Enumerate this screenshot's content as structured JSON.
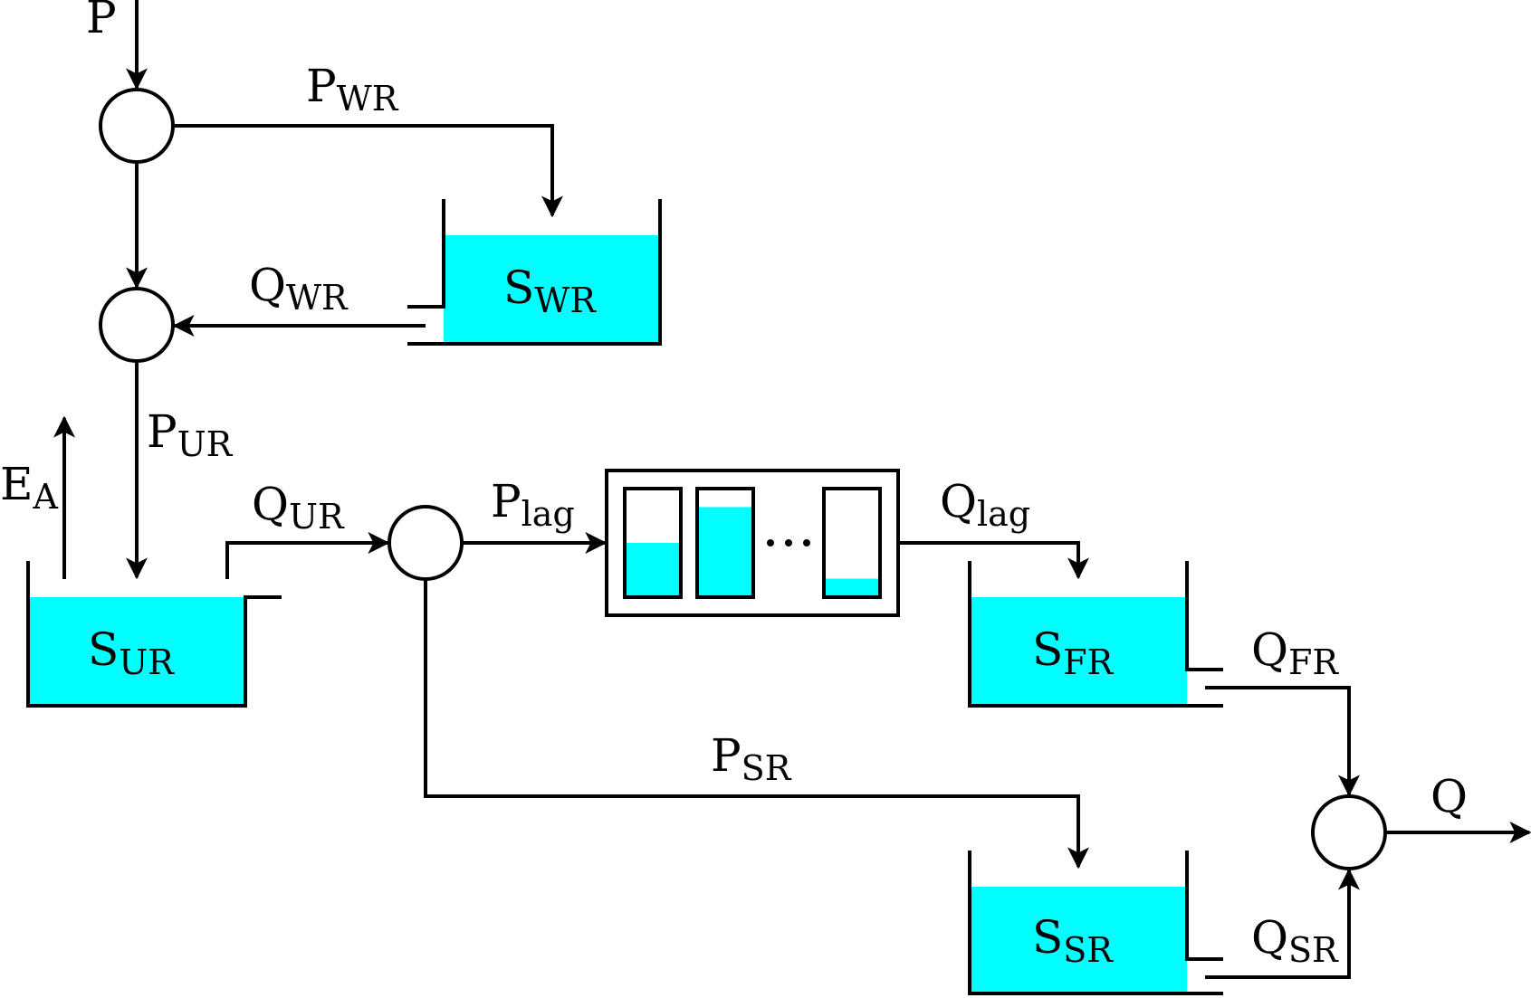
{
  "diagram": {
    "colors": {
      "water": "#00ffff",
      "stroke": "#000000",
      "background": "#ffffff"
    },
    "junctions": [
      "split-precip",
      "merge-wr",
      "split-ur",
      "sum-q"
    ],
    "stores": [
      {
        "id": "wr",
        "main": "S",
        "sub": "WR",
        "fill_fraction": 0.73
      },
      {
        "id": "ur",
        "main": "S",
        "sub": "UR",
        "fill_fraction": 0.75
      },
      {
        "id": "fr",
        "main": "S",
        "sub": "FR",
        "fill_fraction": 0.75
      },
      {
        "id": "sr",
        "main": "S",
        "sub": "SR",
        "fill_fraction": 0.75
      }
    ],
    "lag_bins": [
      {
        "fill_fraction": 0.5
      },
      {
        "fill_fraction": 0.83
      },
      {
        "fill_fraction": 0.17
      }
    ],
    "lag_ellipsis": "...",
    "fluxes": {
      "p": {
        "main": "P",
        "sub": ""
      },
      "pwr": {
        "main": "P",
        "sub": "WR"
      },
      "qwr": {
        "main": "Q",
        "sub": "WR"
      },
      "pur": {
        "main": "P",
        "sub": "UR"
      },
      "ea": {
        "main": "E",
        "sub": "A"
      },
      "qur": {
        "main": "Q",
        "sub": "UR"
      },
      "plag": {
        "main": "P",
        "sub": "lag"
      },
      "qlag": {
        "main": "Q",
        "sub": "lag"
      },
      "qfr": {
        "main": "Q",
        "sub": "FR"
      },
      "psr": {
        "main": "P",
        "sub": "SR"
      },
      "qsr": {
        "main": "Q",
        "sub": "SR"
      },
      "q": {
        "main": "Q",
        "sub": ""
      }
    }
  }
}
